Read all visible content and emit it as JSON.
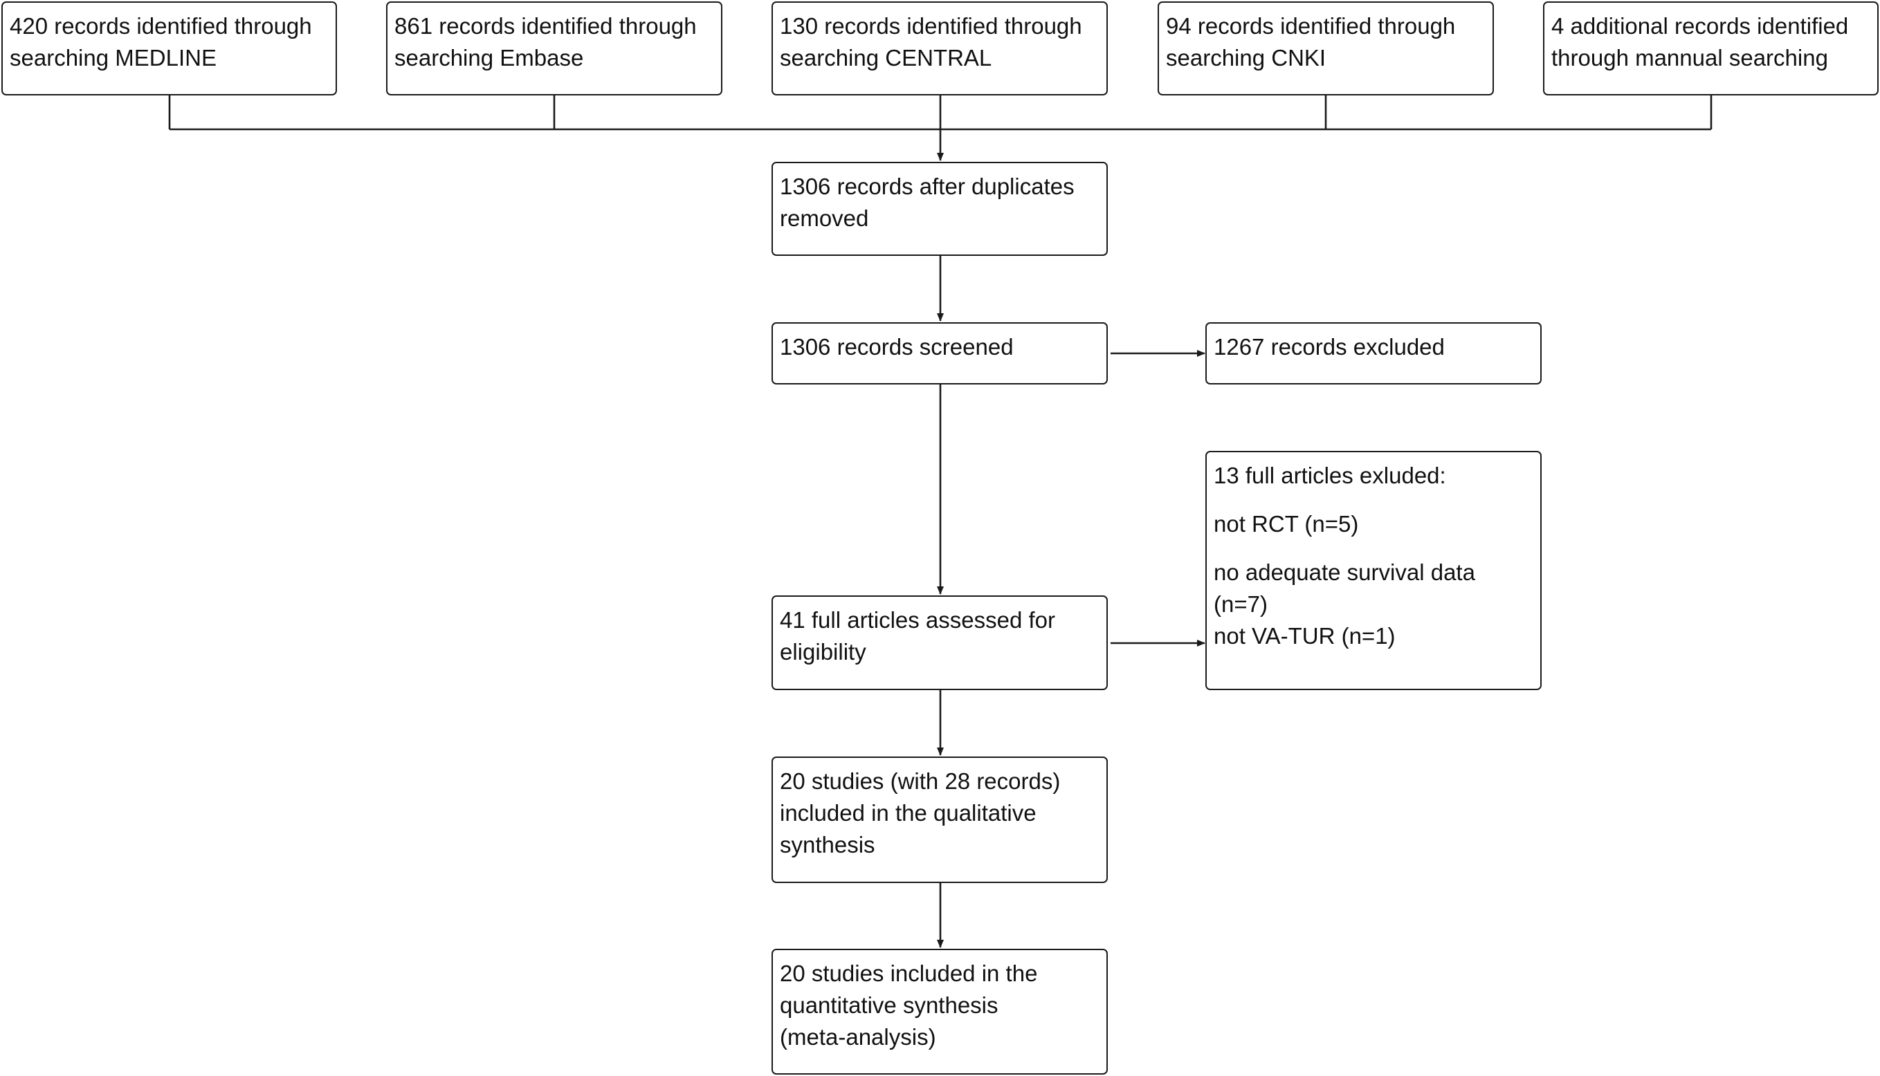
{
  "sources": [
    {
      "lines": [
        "420 records identified through",
        "searching MEDLINE"
      ]
    },
    {
      "lines": [
        "861 records identified through",
        "searching Embase"
      ]
    },
    {
      "lines": [
        "130 records identified through",
        "searching CENTRAL"
      ]
    },
    {
      "lines": [
        "94 records identified through",
        "searching CNKI"
      ]
    },
    {
      "lines": [
        "4 additional records identified",
        "through mannual searching"
      ]
    }
  ],
  "after_duplicates": {
    "lines": [
      "1306 records after duplicates",
      "removed"
    ]
  },
  "screened": {
    "lines": [
      "1306 records screened"
    ]
  },
  "excluded_screening": {
    "lines": [
      "1267 records excluded"
    ]
  },
  "full_text_assessed": {
    "lines": [
      "41 full articles assessed for",
      "eligibility"
    ]
  },
  "full_text_excluded": {
    "heading": "13 full articles exluded:",
    "reasons": [
      {
        "lines": [
          "not RCT (n=5)"
        ]
      },
      {
        "lines": [
          "no adequate survival data",
          "(n=7)"
        ]
      },
      {
        "lines": [
          "not VA-TUR (n=1)"
        ]
      }
    ]
  },
  "qualitative": {
    "lines": [
      "20 studies (with 28 records)",
      "included in the qualitative",
      "synthesis"
    ]
  },
  "quantitative": {
    "lines": [
      "20 studies included in the",
      "quantitative synthesis",
      "(meta-analysis)"
    ]
  }
}
